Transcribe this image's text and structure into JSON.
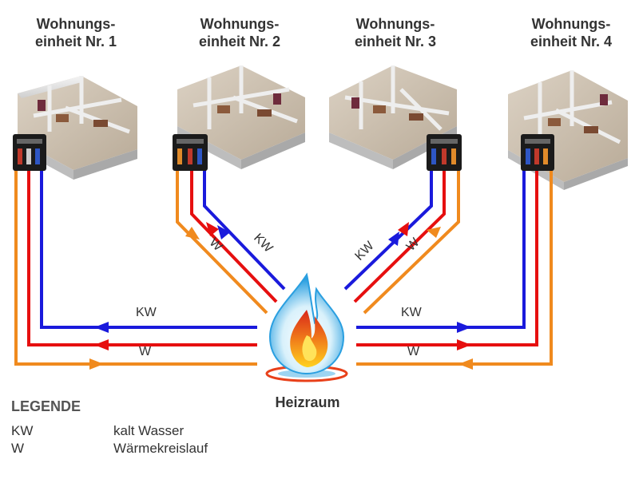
{
  "units": [
    {
      "line1": "Wohnungs-",
      "line2": "einheit Nr. 1"
    },
    {
      "line1": "Wohnungs-",
      "line2": "einheit Nr. 2"
    },
    {
      "line1": "Wohnungs-",
      "line2": "einheit Nr. 3"
    },
    {
      "line1": "Wohnungs-",
      "line2": "einheit Nr. 4"
    }
  ],
  "pipe_labels": {
    "kw": "KW",
    "w": "W"
  },
  "boiler_room": "Heizraum",
  "legend": {
    "title": "LEGENDE",
    "items": [
      {
        "abbr": "KW",
        "text": "kalt Wasser"
      },
      {
        "abbr": "W",
        "text": "Wärmekreislauf"
      }
    ]
  },
  "colors": {
    "cold": "#1a1adc",
    "hot": "#e60f0f",
    "heat": "#f08a1e",
    "flame": "#e8401a",
    "water": "#2a9fe0"
  },
  "icons": [
    "apartment-3d-icon",
    "heat-exchanger-unit-icon",
    "boiler-flame-icon"
  ]
}
